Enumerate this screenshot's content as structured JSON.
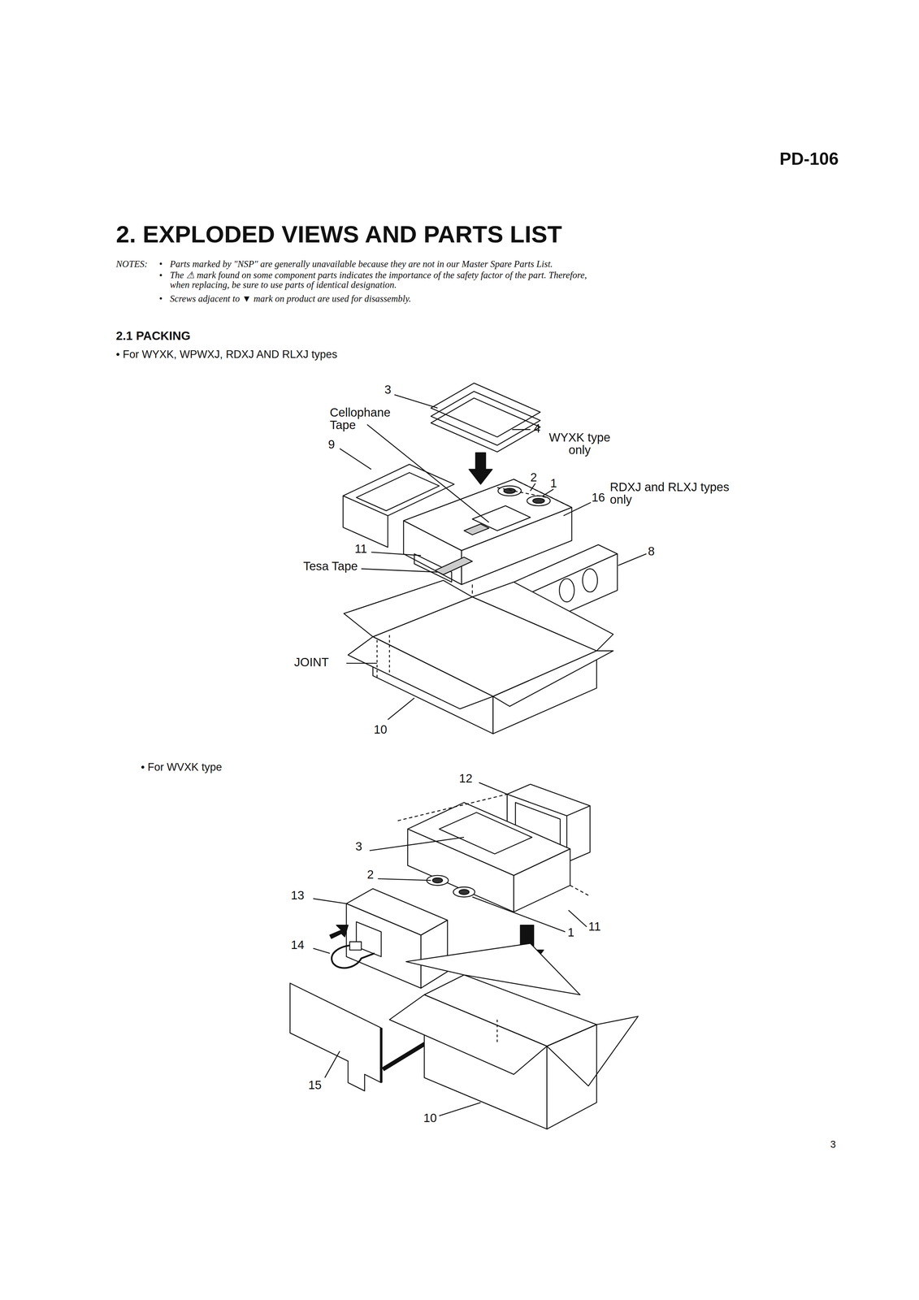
{
  "diagram": {
    "title": "2. EXPLODED VIEWS AND PARTS LIST",
    "labels": [
      "PD-106",
      "NOTES:",
      "•",
      "Parts marked by \"NSP\" are generally unavailable because they are not in our Master Spare Parts List.",
      "•",
      "The ⚠ mark found on some component parts indicates the importance of the safety factor of the part. Therefore, when replacing, be sure to use parts of identical designation.",
      "•",
      "Screws adjacent to ▼ mark on product are used for disassembly.",
      "2.1 PACKING",
      "• For WYXK, WPWXJ, RDXJ AND RLXJ types",
      "3",
      "Cellophane Tape",
      "4",
      "WYXK type only",
      "9",
      "2",
      "1",
      "16",
      "RDXJ and RLXJ types only",
      "11",
      "Tesa Tape",
      "8",
      "JOINT",
      "10",
      "• For WVXK type",
      "12",
      "3",
      "2",
      "13",
      "11",
      "1",
      "14",
      "15",
      "10",
      "3"
    ]
  }
}
